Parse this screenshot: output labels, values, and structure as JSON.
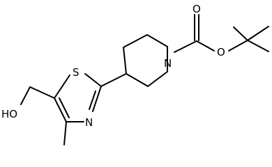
{
  "atoms": {
    "ring_nitrogen": "N",
    "carbonyl_oxygen": "O",
    "ester_oxygen": "O",
    "thiazole_sulfur": "S",
    "thiazole_nitrogen": "N",
    "hydroxyl": "HO"
  },
  "colors": {
    "bond": "#000000",
    "label": "#000000",
    "background": "#ffffff"
  }
}
